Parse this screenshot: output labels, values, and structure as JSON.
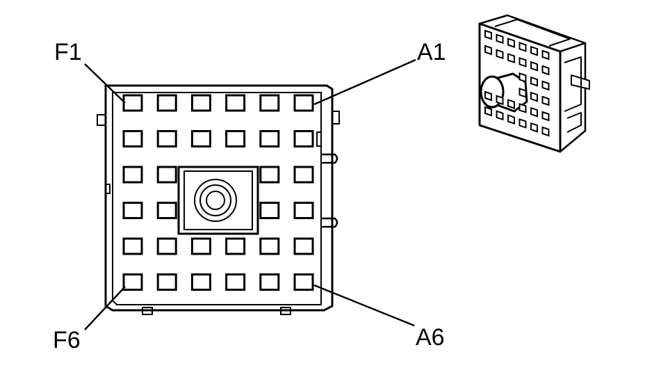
{
  "diagram": {
    "labels": {
      "top_left": "F1",
      "top_right": "A1",
      "bottom_left": "F6",
      "bottom_right": "A6"
    },
    "grid": {
      "rows": 6,
      "cols": 6
    },
    "colors": {
      "line": "#000000",
      "background": "#ffffff"
    }
  }
}
